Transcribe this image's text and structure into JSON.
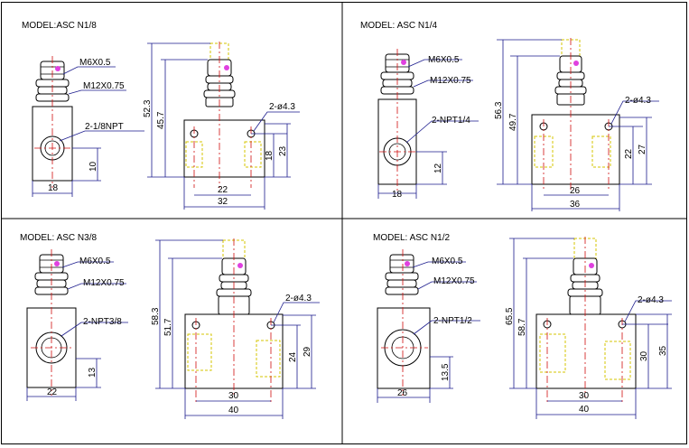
{
  "colors": {
    "dimension": "#1a1a8c",
    "centerline": "#d01010",
    "hidden": "#d4c400",
    "accent": "#e040e0"
  },
  "drawings": [
    {
      "model": "MODEL:ASC N1/8",
      "thread_small": "M6X0.5",
      "thread_large": "M12X0.75",
      "port": "2-1/8NPT",
      "hole": "2-ø4.3",
      "port_height": "10",
      "body_width": "18",
      "total_height": "52.3",
      "body_to_top": "45.7",
      "hole_h1": "18",
      "hole_h2": "23",
      "hole_span": "22",
      "total_width": "32"
    },
    {
      "model": "MODEL: ASC N1/4",
      "thread_small": "M6X0.5",
      "thread_large": "M12X0.75",
      "port": "2-NPT1/4",
      "hole": "2-ø4.3",
      "port_height": "12",
      "body_width": "18",
      "total_height": "56.3",
      "body_to_top": "49.7",
      "hole_h1": "22",
      "hole_h2": "27",
      "hole_span": "26",
      "total_width": "36"
    },
    {
      "model": "MODEL: ASC N3/8",
      "thread_small": "M6X0.5",
      "thread_large": "M12X0.75",
      "port": "2-NPT3/8",
      "hole": "2-ø4.3",
      "port_height": "13",
      "body_width": "22",
      "total_height": "58.3",
      "body_to_top": "51.7",
      "hole_h1": "24",
      "hole_h2": "29",
      "hole_span": "30",
      "total_width": "40"
    },
    {
      "model": "MODEL: ASC N1/2",
      "thread_small": "M6X0.5",
      "thread_large": "M12X0.75",
      "port": "2-NPT1/2",
      "hole": "2-ø4.3",
      "port_height": "13.5",
      "body_width": "26",
      "total_height": "65.5",
      "body_to_top": "58.7",
      "hole_h1": "30",
      "hole_h2": "35",
      "hole_span": "30",
      "total_width": "40"
    }
  ]
}
